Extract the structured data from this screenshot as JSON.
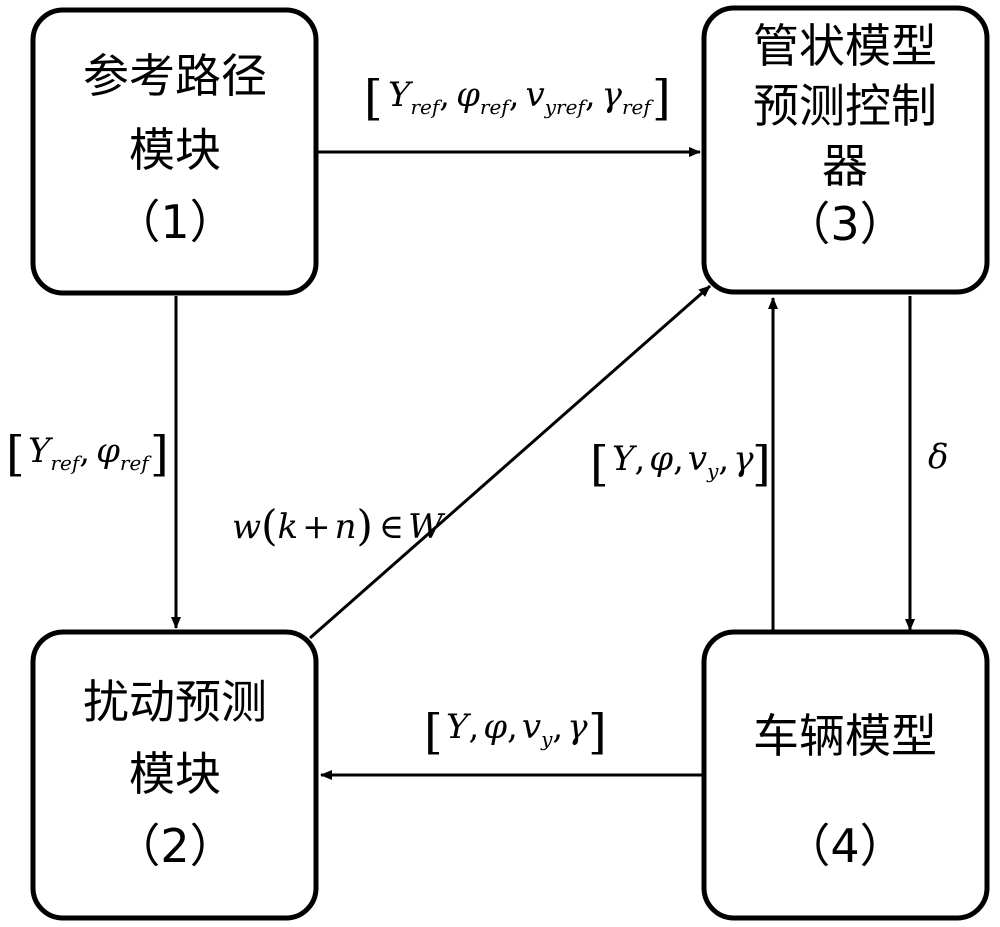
{
  "boxes": {
    "reference_path": {
      "line1": "参考路径",
      "line2": "模块",
      "number": "（1）"
    },
    "disturbance_prediction": {
      "line1": "扰动预测",
      "line2": "模块",
      "number": "（2）"
    },
    "tube_mpc": {
      "line1": "管状模型",
      "line2": "预测控制",
      "line3": "器",
      "number": "（3）"
    },
    "vehicle_model": {
      "line1": "车辆模型",
      "number": "（4）"
    }
  },
  "signals": {
    "ref_to_mpc": {
      "Y": "Y",
      "Y_sub": "ref",
      "phi": "φ",
      "phi_sub": "ref",
      "v": "v",
      "v_sub": "yref",
      "gamma": "γ",
      "gamma_sub": "ref"
    },
    "ref_to_dist": {
      "Y": "Y",
      "Y_sub": "ref",
      "phi": "φ",
      "phi_sub": "ref"
    },
    "dist_to_mpc": {
      "w": "w",
      "k": "k",
      "plus": "+",
      "n": "n",
      "in": "∈",
      "W": "W"
    },
    "veh_to_mpc": {
      "Y": "Y",
      "phi": "φ",
      "v": "v",
      "v_sub": "y",
      "gamma": "γ"
    },
    "mpc_to_veh": {
      "delta": "δ"
    },
    "veh_to_dist": {
      "Y": "Y",
      "phi": "φ",
      "v": "v",
      "v_sub": "y",
      "gamma": "γ"
    }
  }
}
